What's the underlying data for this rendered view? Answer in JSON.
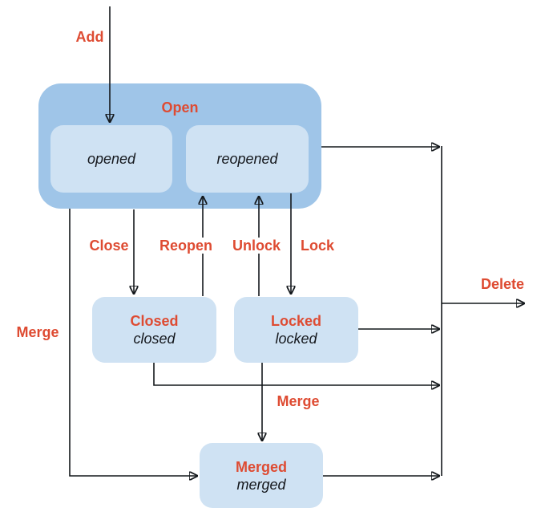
{
  "colors": {
    "container": "#9fc5e8",
    "state": "#cfe2f3",
    "red": "#de4b32",
    "line": "#14181c"
  },
  "nodes": {
    "open": {
      "label": "Open",
      "substates": {
        "opened": "opened",
        "reopened": "reopened"
      }
    },
    "closed": {
      "title": "Closed",
      "state": "closed"
    },
    "locked": {
      "title": "Locked",
      "state": "locked"
    },
    "merged": {
      "title": "Merged",
      "state": "merged"
    }
  },
  "transitions": {
    "add": "Add",
    "close": "Close",
    "reopen": "Reopen",
    "unlock": "Unlock",
    "lock": "Lock",
    "merge_from_open": "Merge",
    "merge_from_closed": "Merge",
    "delete": "Delete"
  }
}
